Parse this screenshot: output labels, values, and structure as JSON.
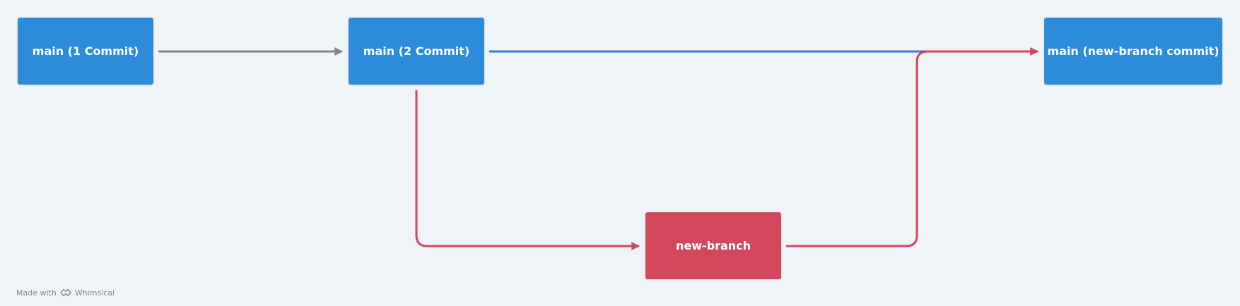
{
  "colors": {
    "background": "#f0f4f7",
    "main_node": "#2d8bdc",
    "branch_node": "#d4465b",
    "gray_connector": "#7d8891",
    "blue_connector": "#2d7fcb",
    "red_connector": "#d4465b"
  },
  "nodes": {
    "main_1": {
      "label": "main (1 Commit)"
    },
    "main_2": {
      "label": "main (2 Commit)"
    },
    "main_new_branch": {
      "label": "main (new-branch commit)"
    },
    "new_branch": {
      "label": "new-branch"
    }
  },
  "footer": {
    "made_with": "Made with",
    "brand": "Whimsical",
    "logo_icon": "whimsical-logo-icon"
  }
}
